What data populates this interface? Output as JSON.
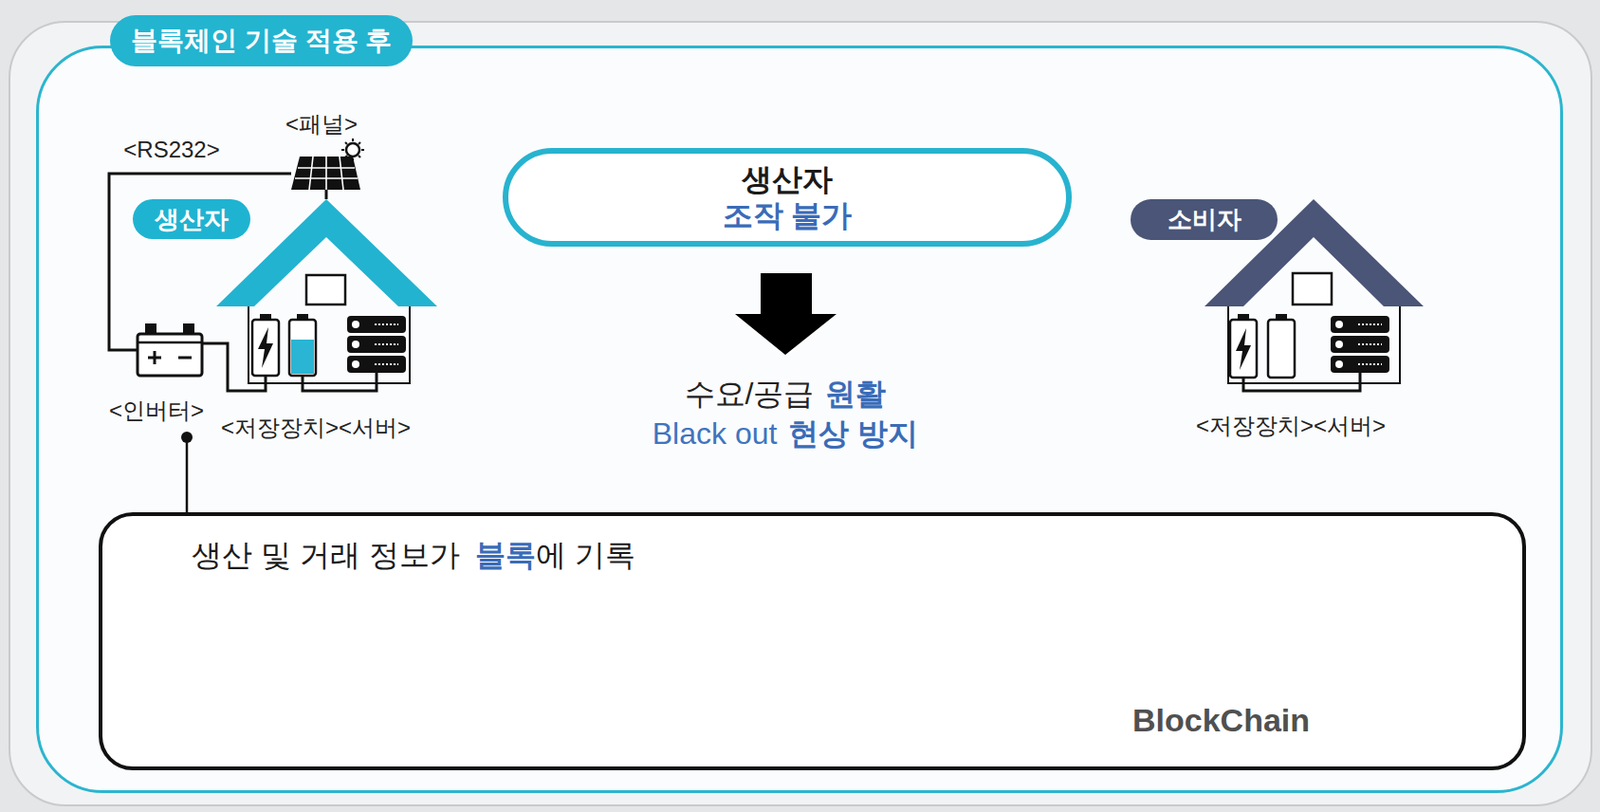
{
  "diagram": {
    "title": "블록체인 기술 적용 후",
    "nodes": [
      {
        "text": [
          "생산자"
        ]
      },
      {
        "text": [
          "생산자",
          "조작 불가"
        ]
      },
      {
        "text": [
          "소비자"
        ]
      },
      {
        "text": [
          "생산 및 거래 정보가",
          "블록",
          "에 기록",
          "BlockChain"
        ]
      }
    ],
    "labels": [
      "<패널>",
      "<RS232>",
      "<인버터>",
      "<저장장치>",
      "<서버>",
      "수요/공급",
      "원활",
      "Black out",
      "현상 방지",
      "<저장장치>",
      "<서버>"
    ]
  }
}
